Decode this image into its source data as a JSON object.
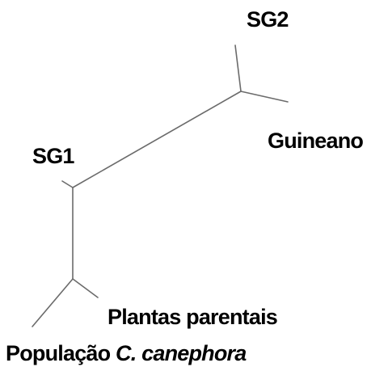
{
  "labels": {
    "sg2": "SG2",
    "sg1": "SG1",
    "guineano": "Guineano",
    "plantas_parentais": "Plantas parentais",
    "populacao": "População ",
    "species": "C. canephora"
  },
  "colors": {
    "branch": "#6b6b6b",
    "text": "#000000",
    "background": "#ffffff"
  }
}
